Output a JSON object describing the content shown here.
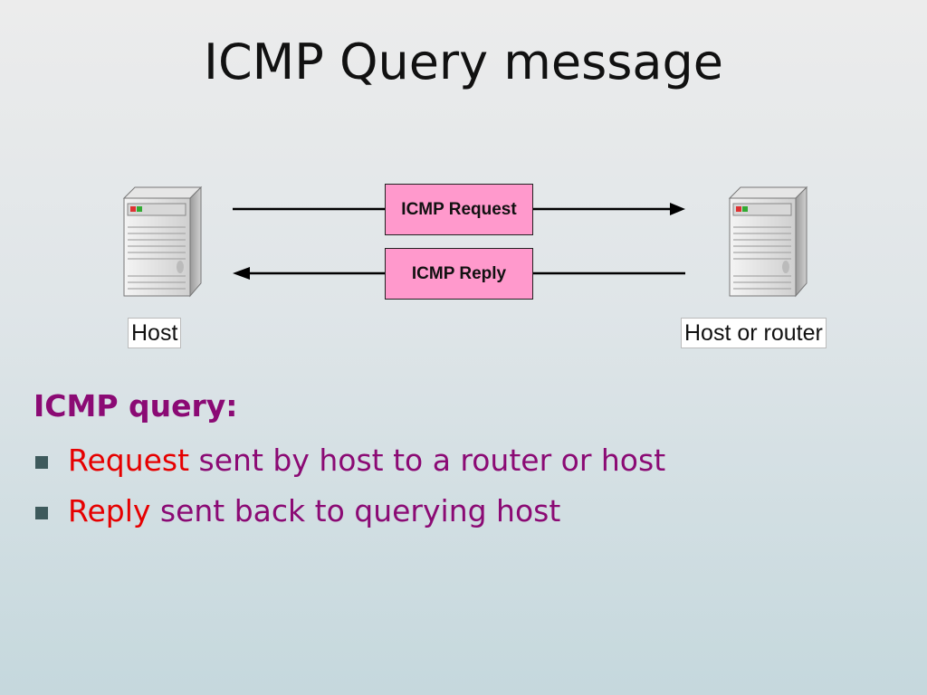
{
  "slide": {
    "title": "ICMP Query message"
  },
  "diagram": {
    "nodes": {
      "left": {
        "label": "Host",
        "icon": "server-icon"
      },
      "right": {
        "label": "Host or router",
        "icon": "server-icon"
      }
    },
    "messages": [
      {
        "label": "ICMP Request",
        "direction": "left-to-right"
      },
      {
        "label": "ICMP Reply",
        "direction": "right-to-left"
      }
    ],
    "colors": {
      "message_box": "#ff99cc",
      "arrow": "#000000"
    }
  },
  "body": {
    "heading": "ICMP query:",
    "bullets": [
      {
        "highlight": "Request",
        "rest": " sent by host to a router or host"
      },
      {
        "highlight": "Reply",
        "rest": " sent back to querying host"
      }
    ],
    "colors": {
      "text": "#8b0a74",
      "highlight": "#e60000",
      "bullet": "#3e5a5c"
    }
  }
}
